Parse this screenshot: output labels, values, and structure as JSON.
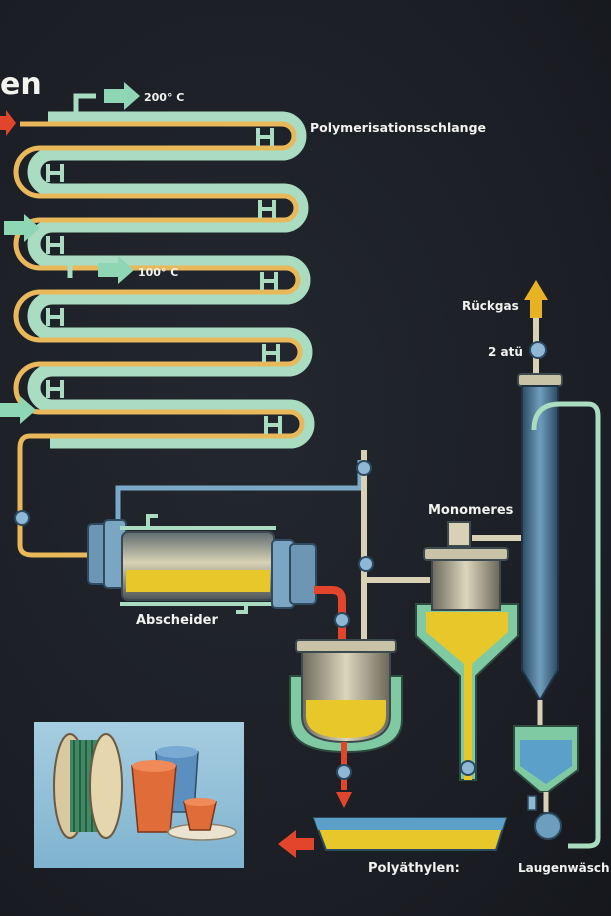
{
  "title_fragment": "en",
  "labels": {
    "temp_top": "200° C",
    "temp_mid": "100° C",
    "coil": "Polymerisationsschlange",
    "separator": "Abscheider",
    "monomers": "Monomeres",
    "return_gas": "Rückgas",
    "pressure": "2 atü",
    "product": "Polyäthylen:",
    "lye_washer": "Laugenwäsch"
  },
  "colors": {
    "board": "#1c1f26",
    "coolant_pipe": "#a9dcc0",
    "process_pipe": "#e9b85a",
    "gas_pipe": "#7aa9c9",
    "hot_flow": "#e2452c",
    "product_fill": "#e8c72a",
    "vessel_green": "#7fcaa2",
    "arrow_green": "#8fd6b5",
    "arrow_yellow": "#e8b323"
  },
  "icons": {
    "inlet_arrow": "red-arrow-icon",
    "steam_arrow": "green-arrow-icon",
    "vent_arrow": "yellow-arrow-icon",
    "valve": "valve-icon"
  }
}
